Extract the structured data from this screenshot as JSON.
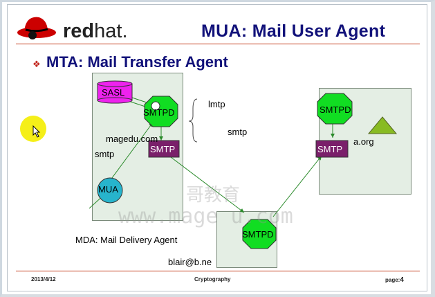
{
  "slide": {
    "title": "MUA: Mail User Agent",
    "subtitle": "MTA: Mail Transfer Agent",
    "logo_text_bold": "red",
    "logo_text_light": "hat."
  },
  "diagram": {
    "sasl": "SASL",
    "smtpd_left": "SMTPD",
    "host_left": "magedu.com",
    "smtp_left": "SMTP",
    "smtp_label_left": "smtp",
    "mua": "MUA",
    "lmtp": "lmtp",
    "smtp_mid": "smtp",
    "smtpd_right": "SMTPD",
    "smtp_right": "SMTP",
    "host_right": "a.org",
    "smtpd_bottom": "SMTPD",
    "mda": "MDA: Mail Delivery Agent",
    "email": "blair@b.ne"
  },
  "watermark": {
    "line1": "哥教育",
    "line2": "www.mage  u.com"
  },
  "footer": {
    "date": "2013/4/12",
    "center": "Cryptography",
    "page_label": "page:",
    "page_number": "4"
  },
  "colors": {
    "title": "#12127a",
    "accent_rule": "#c43c1c",
    "hex_fill": "#11dd22",
    "sasl_fill": "#ee22ee",
    "smtp_fill": "#7a1f6a",
    "mua_fill": "#27b4cc",
    "triangle": "#88bb22",
    "cursor_highlight": "#f5ef19"
  }
}
